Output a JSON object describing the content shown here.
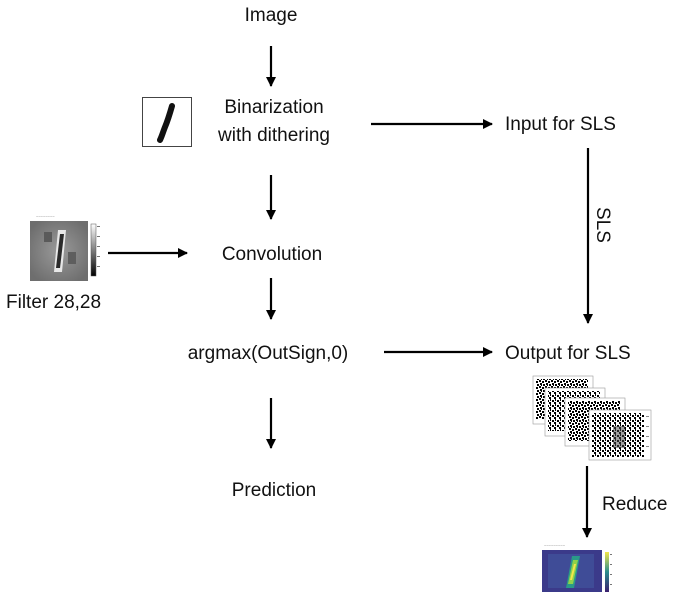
{
  "nodes": {
    "image": "Image",
    "binarization_line1": "Binarization",
    "binarization_line2": "with dithering",
    "input_sls": "Input for SLS",
    "convolution": "Convolution",
    "filter": "Filter 28,28",
    "argmax": "argmax(OutSign,0)",
    "output_sls": "Output for SLS",
    "prediction": "Prediction"
  },
  "edges": {
    "sls": "SLS",
    "reduce": "Reduce"
  },
  "thumbnails": {
    "digit": "binarized digit '1' thumbnail",
    "filter": "grayscale filter heatmap",
    "outputs": "stack of binary output maps",
    "reduced": "reduced heatmap (viridis)"
  },
  "colors": {
    "arrow": "#000000",
    "heat_low": "#3b1f6e",
    "heat_mid": "#2a8c8c",
    "heat_high": "#f3e64b"
  }
}
